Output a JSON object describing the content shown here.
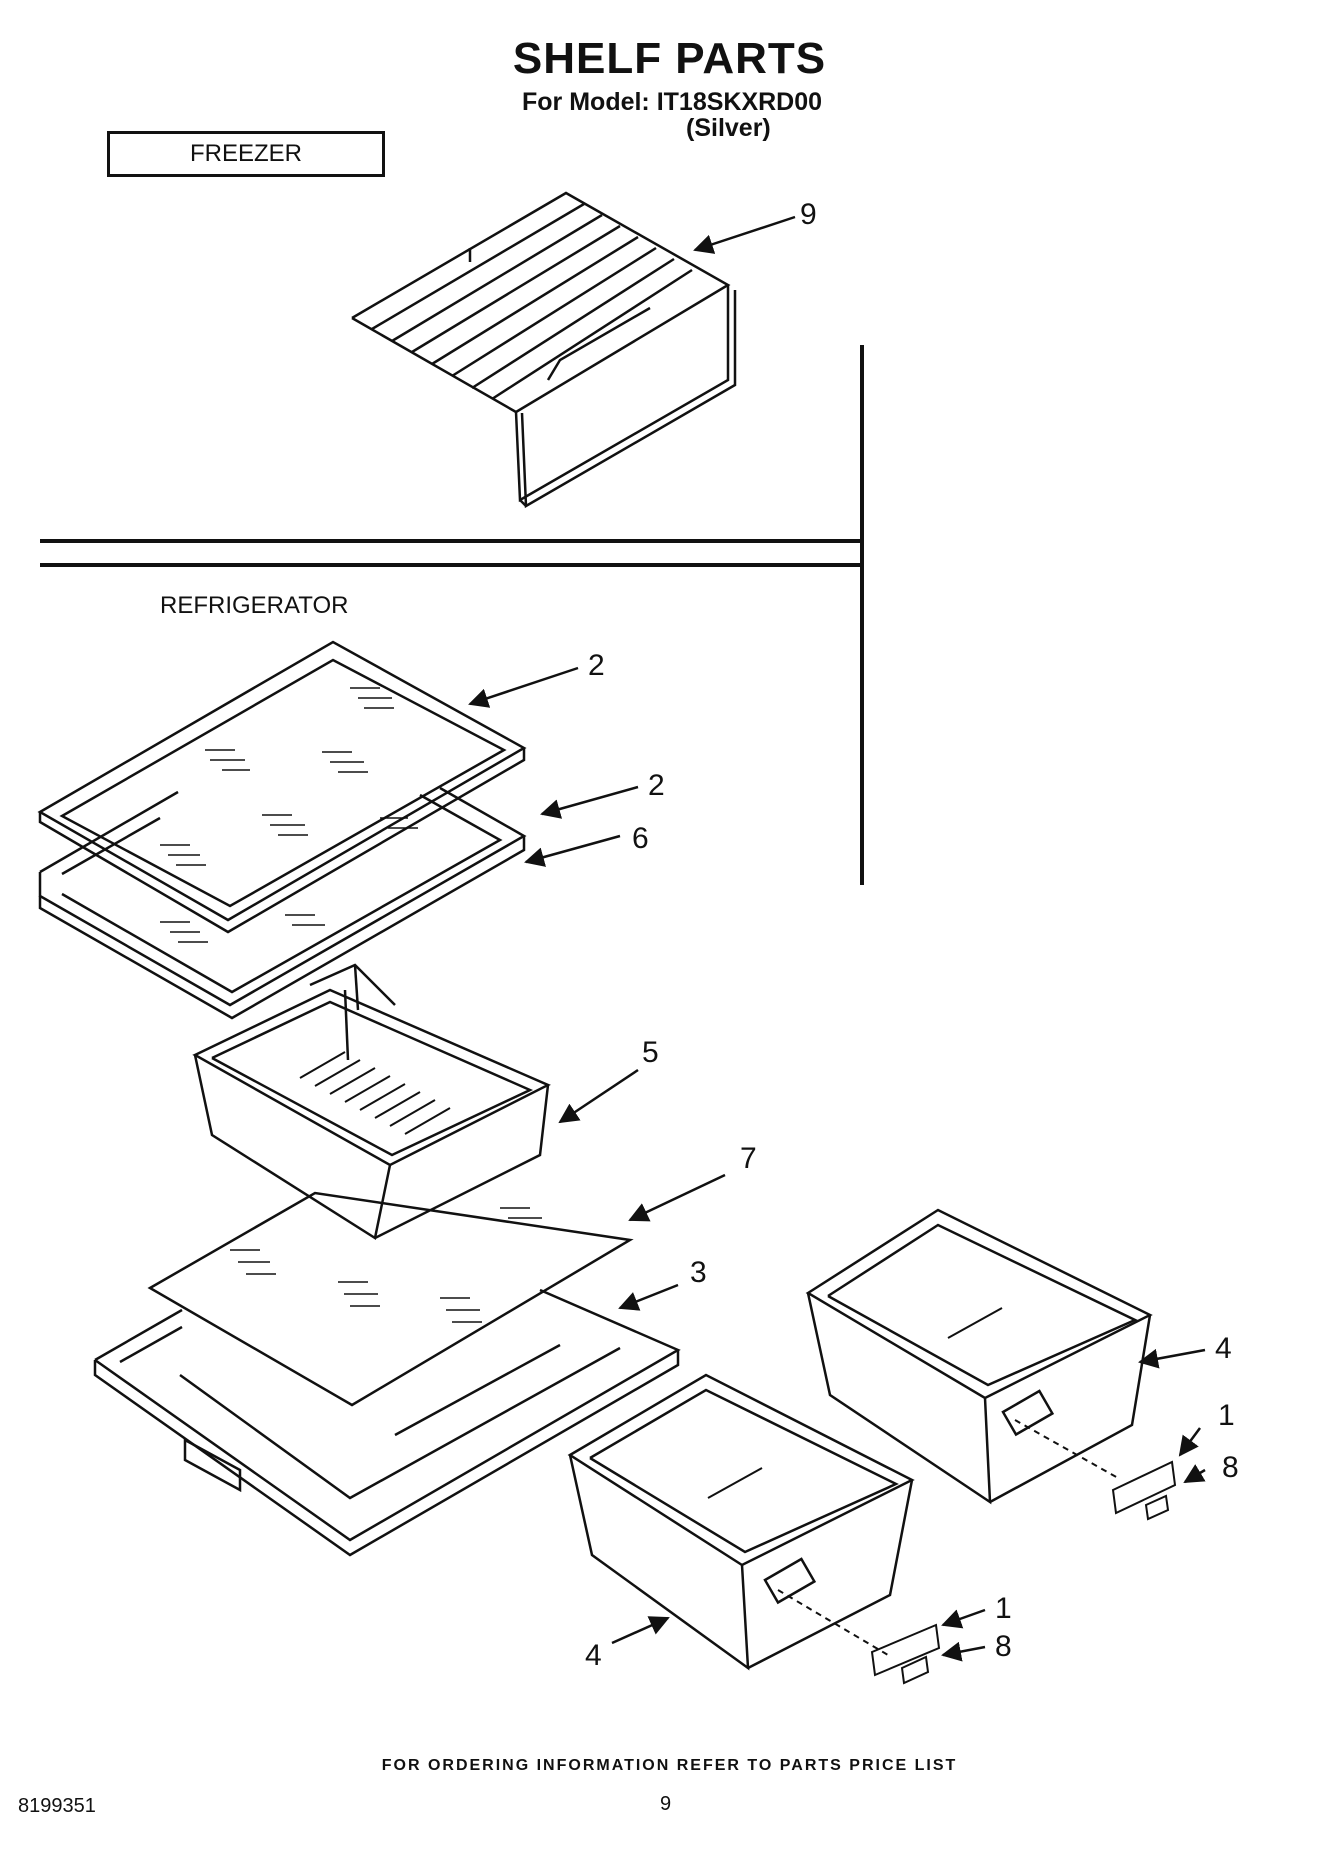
{
  "header": {
    "title": "SHELF PARTS",
    "model_line": "For Model: IT18SKXRD00",
    "color_note": "(Silver)"
  },
  "sections": {
    "freezer_label": "FREEZER",
    "refrigerator_label": "REFRIGERATOR"
  },
  "callouts": [
    {
      "part": "9",
      "depicts": "freezer wire shelf"
    },
    {
      "part": "2",
      "depicts": "glass shelf (upper)"
    },
    {
      "part": "2",
      "depicts": "glass shelf (lower)"
    },
    {
      "part": "6",
      "depicts": "shelf frame"
    },
    {
      "part": "5",
      "depicts": "meat/deli drawer"
    },
    {
      "part": "7",
      "depicts": "crisper cover glass"
    },
    {
      "part": "3",
      "depicts": "crisper cover frame"
    },
    {
      "part": "4",
      "depicts": "crisper drawer (right)"
    },
    {
      "part": "1",
      "depicts": "drawer badge (right)"
    },
    {
      "part": "8",
      "depicts": "badge clip (right)"
    },
    {
      "part": "4",
      "depicts": "crisper drawer (left)"
    },
    {
      "part": "1",
      "depicts": "drawer badge (left)"
    },
    {
      "part": "8",
      "depicts": "badge clip (left)"
    }
  ],
  "footer": {
    "ordering_note": "FOR ORDERING INFORMATION REFER TO PARTS PRICE LIST",
    "document_number": "8199351",
    "page_number": "9"
  }
}
